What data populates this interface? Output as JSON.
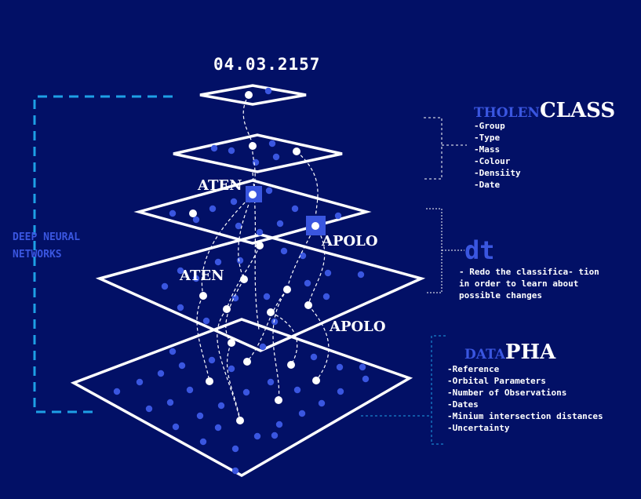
{
  "date": "04.03.2157",
  "side_label": "DEEP NEURAL NETWORKS",
  "layer_labels": {
    "aten_top": "ATEN",
    "apolo_top": "APOLO",
    "aten_mid": "ATEN",
    "apolo_mid": "APOLO"
  },
  "tholen": {
    "prefix": "THOLEN",
    "title": "CLASS",
    "items": [
      "-Group",
      "-Type",
      "-Mass",
      "-Colour",
      "-Densiity",
      "-Date"
    ]
  },
  "dt": {
    "title": "dt",
    "description": "- Redo the classifica- tion in order to learn about possible changes"
  },
  "pha": {
    "prefix": "DATA",
    "title": "PHA",
    "items": [
      "-Reference",
      "-Orbital Parameters",
      "-Number of Observations",
      "-Dates",
      "-Minium intersection distances",
      "-Uncertainty"
    ]
  },
  "colors": {
    "background": "#021066",
    "accent": "#3a56e0",
    "bracket": "#1ea0e6",
    "plane": "#ffffff",
    "node": "#3a56e0"
  }
}
